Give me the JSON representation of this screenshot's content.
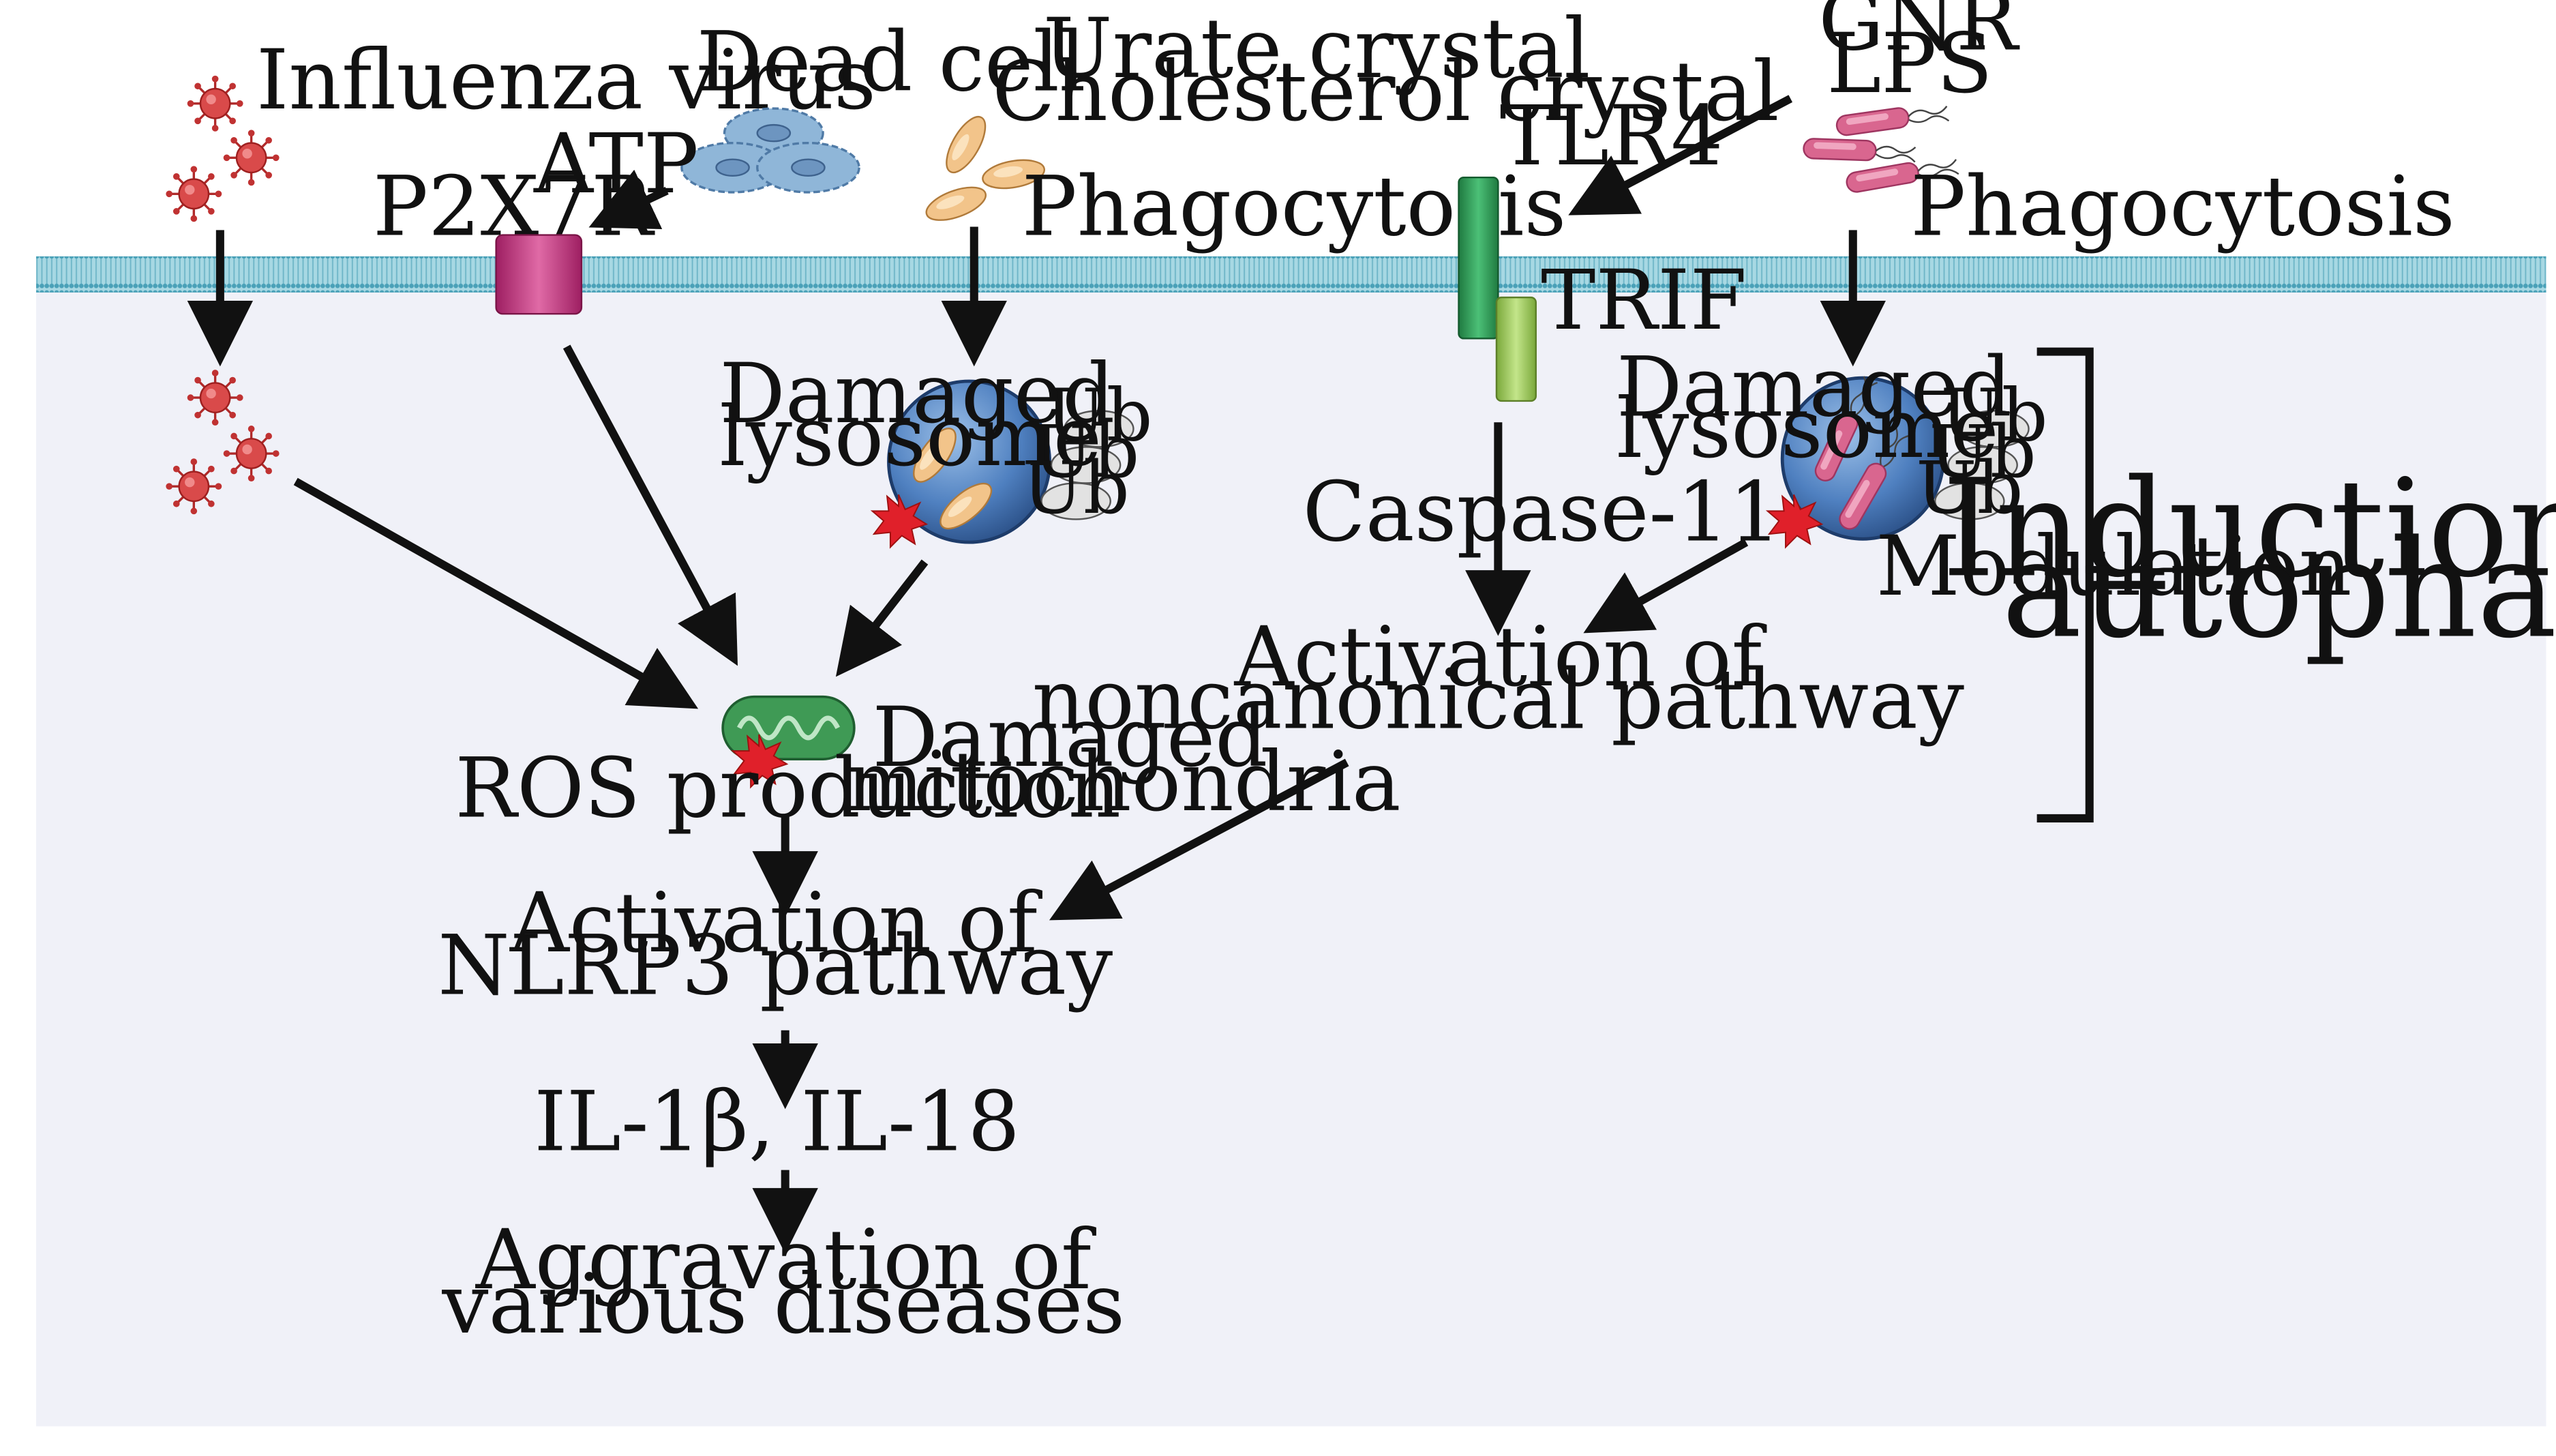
{
  "labels": {
    "influenza_virus": "Influenza virus",
    "dead_cell": "Dead cell",
    "atp": "ATP",
    "p2x7r": "P2X7R",
    "urate_crystal": "Urate crystal",
    "cholesterol_crystal": "Cholesterol crystal",
    "phagocytosis_left": "Phagocytosis",
    "gnr": "GNR",
    "lps": "LPS",
    "tlr4": "TLR4",
    "trif": "TRIF",
    "phagocytosis_right": "Phagocytosis",
    "damaged_lysosome_left_1": "Damaged",
    "damaged_lysosome_left_2": "lysosome",
    "damaged_lysosome_right_1": "Damaged",
    "damaged_lysosome_right_2": "lysosome",
    "ub": "Ub",
    "caspase11": "Caspase-11",
    "modulation": "Modulation",
    "induction_1": "Induction of",
    "induction_2": "autophagy",
    "noncanonical_1": "Activation of",
    "noncanonical_2": "noncanonical pathway",
    "ros": "ROS production",
    "damaged_mito_1": "Damaged",
    "damaged_mito_2": "mitochondria",
    "nlrp3_1": "Activation of",
    "nlrp3_2": "NLRP3 pathway",
    "cytokines": "IL-1β, IL-18",
    "aggravation_1": "Aggravation of",
    "aggravation_2": "various diseases"
  },
  "colors": {
    "membrane": "#a7d8e3",
    "cytoplasm": "#f0f1f8",
    "virus": "#cc3333",
    "p2x7r": "#c2327f",
    "dead_cell": "#8fb6d8",
    "crystal": "#f2c48a",
    "tlr4": "#2e9e57",
    "trif": "#9ccc5a",
    "lysosome": "#3c6fb0",
    "bacteria": "#d9668f",
    "mitochondria": "#3f9a55",
    "damage_star": "#e0202a",
    "arrow": "#111111"
  }
}
